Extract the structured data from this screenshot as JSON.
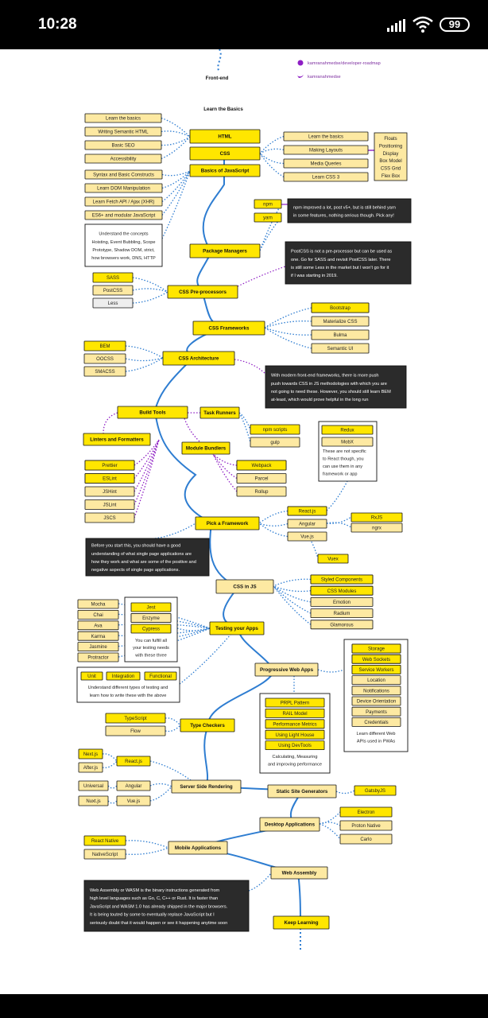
{
  "status_bar": {
    "time": "10:28",
    "battery": "99"
  },
  "header": {
    "title": "Front-end",
    "subtitle": "Learn the Basics",
    "github": "kamranahmedse/developer-roadmap",
    "twitter": "kamranahmedse"
  },
  "nodes": {
    "html": "HTML",
    "css": "CSS",
    "js": "Basics of JavaScript",
    "pkg": "Package Managers",
    "preproc": "CSS Pre-processors",
    "fw": "CSS Frameworks",
    "arch": "CSS Architecture",
    "build": "Build Tools",
    "task": "Task Runners",
    "linters": "Linters and Formatters",
    "bundlers": "Module Bundlers",
    "pickfw": "Pick a Framework",
    "cssjs": "CSS in JS",
    "testing": "Testing your Apps",
    "pwa": "Progressive Web Apps",
    "types": "Type Checkers",
    "ssr": "Server Side Rendering",
    "ssg": "Static Site Generators",
    "desktop": "Desktop Applications",
    "mobile": "Mobile Applications",
    "wasm": "Web Assembly",
    "keep": "Keep Learning"
  },
  "leaves": {
    "html_topics": [
      "Learn the basics",
      "Writing Semantic HTML",
      "Basic SEO",
      "Accessibility"
    ],
    "js_topics": [
      "Syntax and Basic Constructs",
      "Learn DOM Manipulation",
      "Learn Fetch API / Ajax (XHR)",
      "ES6+ and modular JavaScript"
    ],
    "js_concepts": [
      "Understand the concepts",
      "Hoisting, Event Bubbling, Scope",
      "Prototype, Shadow DOM, strict,",
      "how browsers work, DNS, HTTP"
    ],
    "css_topics": [
      "Learn the basics",
      "Making Layouts",
      "Media Queries",
      "Learn CSS 3"
    ],
    "css_layout": [
      "Floats",
      "Positioning",
      "Display",
      "Box Model",
      "CSS Grid",
      "Flex Box"
    ],
    "pkg_items": [
      "npm",
      "yarn"
    ],
    "preproc_items": [
      "SASS",
      "PostCSS",
      "Less"
    ],
    "fw_items": [
      "Bootstrap",
      "Materialize CSS",
      "Bulma",
      "Semantic UI"
    ],
    "arch_items": [
      "BEM",
      "OOCSS",
      "SMACSS"
    ],
    "task_items": [
      "npm scripts",
      "gulp"
    ],
    "linter_items": [
      "Prettier",
      "ESLint",
      "JSHint",
      "JSLint",
      "JSCS"
    ],
    "bundler_items": [
      "Webpack",
      "Parcel",
      "Rollup"
    ],
    "redux_items": [
      "Redux",
      "MobX"
    ],
    "redux_note": [
      "These are not specific",
      "to React though, you",
      "can use them in any",
      "framework or app"
    ],
    "framework_items": [
      "React.js",
      "Angular",
      "Vue.js"
    ],
    "angular_items": [
      "RxJS",
      "ngrx"
    ],
    "vue_items": [
      "Vuex"
    ],
    "cssjs_items": [
      "Styled Components",
      "CSS Modules",
      "Emotion",
      "Radium",
      "Glamorous"
    ],
    "test_tools": [
      "Mocha",
      "Chai",
      "Ava",
      "Karma",
      "Jasmine",
      "Protractor"
    ],
    "test_fav": [
      "Jest",
      "Enzyme",
      "Cypress"
    ],
    "test_fav_note": [
      "You can fulfill all",
      "your testing needs",
      "with these three"
    ],
    "test_kinds": [
      "Unit",
      "Integration",
      "Functional"
    ],
    "test_kinds_note": [
      "Understand different types of testing and",
      "learn how to write these with the above"
    ],
    "pwa_apis": [
      "Storage",
      "Web Sockets",
      "Service Workers",
      "Location",
      "Notifications",
      "Device Orientation",
      "Payments",
      "Credentials"
    ],
    "pwa_apis_note": [
      "Learn different Web",
      "APIs used in PWAs"
    ],
    "pwa_perf": [
      "PRPL Pattern",
      "RAIL Model",
      "Performance Metrics",
      "Using Light House",
      "Using DevTools"
    ],
    "pwa_perf_note": [
      "Calculating, Measuring",
      "and improving performance"
    ],
    "type_items": [
      "TypeScript",
      "Flow"
    ],
    "ssr_react": [
      "Next.js",
      "After.js"
    ],
    "ssr_mid": [
      "React.js",
      "Angular",
      "Vue.js"
    ],
    "ssr_left": [
      "Universal",
      "Nuxt.js"
    ],
    "ssg_items": [
      "GatsbyJS"
    ],
    "desktop_items": [
      "Electron",
      "Proton Native",
      "Carlo"
    ],
    "mobile_items": [
      "React Native",
      "NativeScript"
    ]
  },
  "notes": {
    "npm": [
      "npm improved a lot, post v5+, but is still behind yarn",
      "in some features, nothing serious though. Pick any!"
    ],
    "postcss": [
      "PostCSS is not a pre-processor but can be used as",
      "one. Go for SASS and revisit PostCSS later. There",
      "is still some Less in the market but I won't go for it",
      "if I was starting in 2019."
    ],
    "arch": [
      "With modern front-end frameworks, there is more push",
      "push towards CSS in JS methodologies with which you are",
      "not going to need these. However, you should still learn BEM",
      "at-least, which would prove helpful in the long run"
    ],
    "spa": [
      "Before you start this, you should have a good",
      "understanding of what single page applications are",
      "how they work and what are some of the positive and",
      "negative aspects of single page applications."
    ],
    "wasm": [
      "Web Assembly or WASM is the binary instructions generated from",
      "high level languages such as Go, C, C++ or Rust. It is faster than",
      "JavaScript and WASM 1.0 has already shipped in the major browsers.",
      "It is being touted by some to eventually replace JavaScript but I",
      "seriously doubt that it would happen or see it happening anytime soon"
    ]
  },
  "colors": {
    "yellow": "#ffe600",
    "pale": "#fde9a2",
    "gray": "#eeeeee",
    "dark": "#2b2b2b",
    "blue": "#2e7dd1",
    "purple": "#8e1ec4"
  }
}
